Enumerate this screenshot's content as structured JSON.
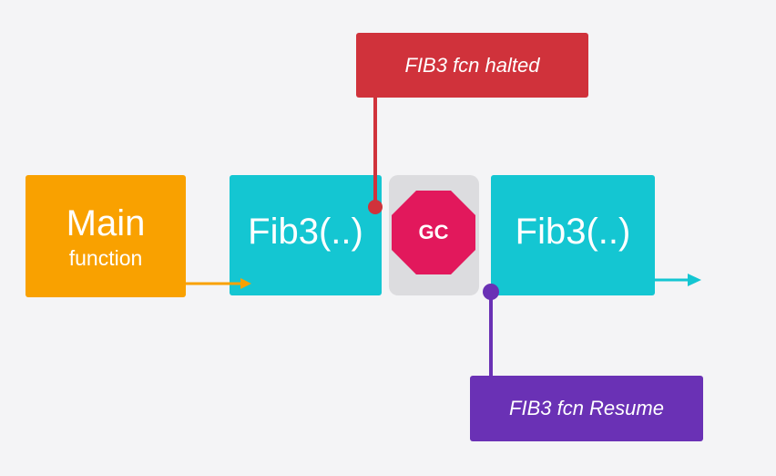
{
  "nodes": {
    "main": {
      "title": "Main",
      "subtitle": "function"
    },
    "fib_first": {
      "label": "Fib3(..)"
    },
    "gc": {
      "label": "GC"
    },
    "fib_second": {
      "label": "Fib3(..)"
    }
  },
  "callouts": {
    "halted": "FIB3 fcn halted",
    "resume": "FIB3 fcn Resume"
  },
  "colors": {
    "main": "#f9a100",
    "fib": "#14c6d2",
    "gc_stop": "#e2185c",
    "gc_backdrop": "#dcdcdf",
    "halted": "#d0323b",
    "resume": "#6a31b5"
  }
}
